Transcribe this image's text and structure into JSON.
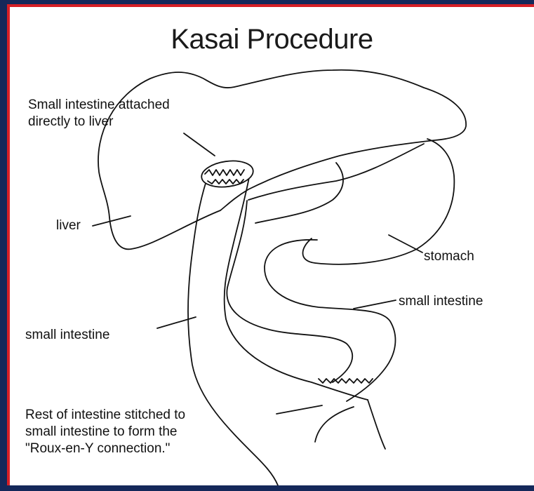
{
  "title": "Kasai Procedure",
  "labels": {
    "small_intestine_attached": [
      "Small intestine attached",
      "directly to liver"
    ],
    "liver": "liver",
    "stomach": "stomach",
    "small_intestine_right": "small intestine",
    "small_intestine_left": "small intestine",
    "rest_of_intestine": [
      "Rest of intestine stitched to",
      "small intestine to form the",
      "\"Roux-en-Y connection.\""
    ]
  },
  "colors": {
    "background": "#14285a",
    "frame_border": "#d61f26",
    "canvas": "#ffffff",
    "ink": "#111111"
  }
}
